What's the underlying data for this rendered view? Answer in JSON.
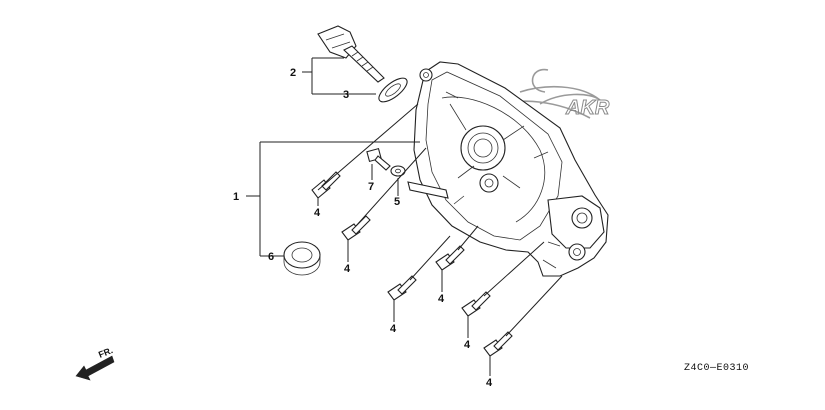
{
  "callouts": {
    "c1": "1",
    "c2": "2",
    "c3": "3",
    "c4": "4",
    "c5": "5",
    "c6": "6",
    "c7": "7"
  },
  "direction_label": "FR.",
  "diagram_code": "Z4C0—E0310",
  "watermark_text": "AKR",
  "colors": {
    "line": "#222222",
    "background": "#ffffff",
    "watermark": "#9a9a9a"
  }
}
